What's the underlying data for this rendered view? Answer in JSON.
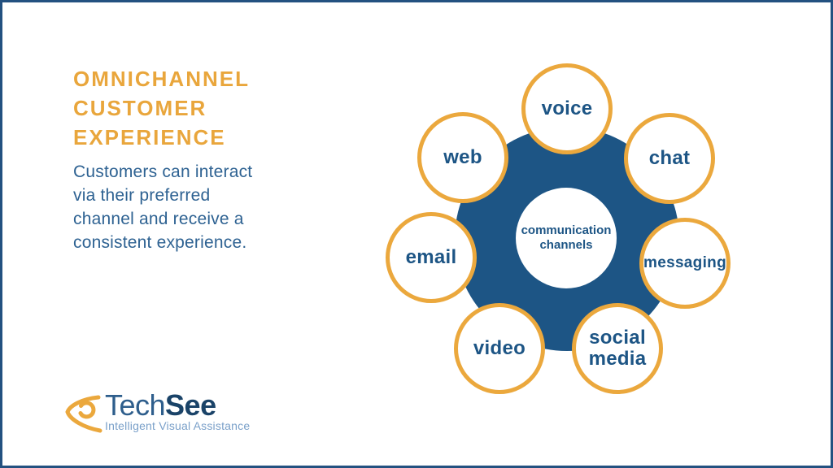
{
  "colors": {
    "frame_border": "#235180",
    "hub_blue": "#1D5585",
    "accent_orange": "#EBA83D",
    "heading_orange": "#E9A63C",
    "body_blue": "#2E6292",
    "label_blue": "#1D5585",
    "logo_tech_blue": "#2E5E8C",
    "logo_see_blue": "#1A4368",
    "tagline_blue": "#7AA0C9"
  },
  "intro": {
    "heading_lines": [
      "OMNICHANNEL",
      "CUSTOMER",
      "EXPERIENCE"
    ],
    "body_lines": [
      "Customers can interact",
      "via their preferred",
      "channel and receive a",
      "consistent experience."
    ]
  },
  "diagram": {
    "center": {
      "line1": "communication",
      "line2": "channels"
    },
    "nodes": {
      "voice": {
        "label": "voice"
      },
      "web": {
        "label": "web"
      },
      "chat": {
        "label": "chat"
      },
      "email": {
        "label": "email"
      },
      "messaging": {
        "label": "messaging"
      },
      "video": {
        "label": "video"
      },
      "social_media": {
        "line1": "social",
        "line2": "media"
      }
    }
  },
  "logo": {
    "brand_regular": "Tech",
    "brand_bold": "See",
    "tagline": "Intelligent Visual Assistance",
    "icon": "eye-icon"
  }
}
